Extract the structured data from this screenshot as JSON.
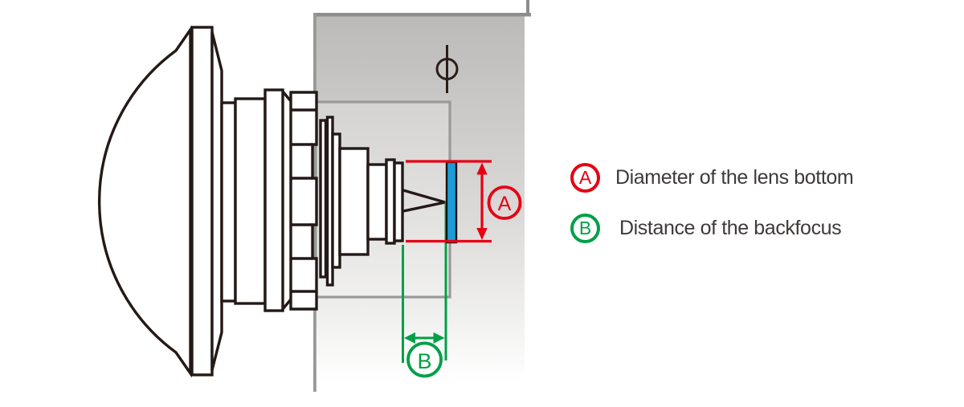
{
  "diagram": {
    "title_hint": "Lens mounting diagram",
    "phi_symbol": "φ",
    "markers": {
      "a": "A",
      "b": "B"
    },
    "colors": {
      "dimension_a_red": "#e60012",
      "dimension_b_green": "#00a047",
      "sensor_blue": "#1d9bd8",
      "line_art": "#231916",
      "camera_body_gray_top": "#bbbab8",
      "camera_body_gray_bottom": "#ffffff",
      "body_border_gray": "#8d8d8b",
      "inner_rect_gray": "#999995",
      "legend_text": "#3e3a39"
    }
  },
  "legend": {
    "items": [
      {
        "id": "A",
        "label": "Diameter of the lens bottom",
        "color": "#e60012"
      },
      {
        "id": "B",
        "label": "Distance of the backfocus",
        "color": "#00a047"
      }
    ]
  }
}
